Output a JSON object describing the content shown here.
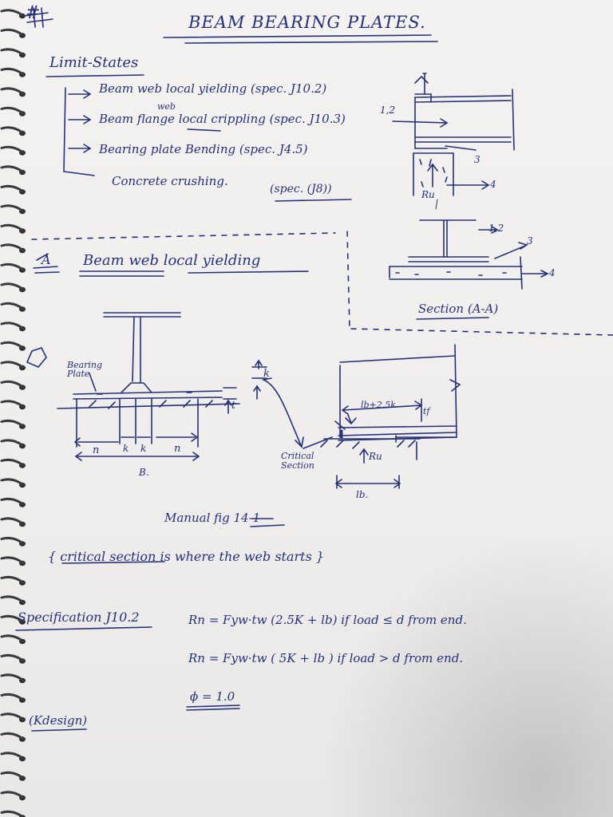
{
  "header": {
    "page_number": "#",
    "title": "BEAM   BEARING PLATES."
  },
  "limit_states": {
    "heading": "Limit-States",
    "items": [
      "Beam web local yielding (spec. J10.2)",
      "Beam flange local crippling (spec. J10.3)",
      "Bearing plate Bending (spec. J4.5)",
      "Concrete crushing."
    ],
    "web_annotation": "web",
    "item4_spec": "(spec. (J8))"
  },
  "section_sketch": {
    "labels": [
      "1,2",
      "3",
      "4",
      "Ru"
    ]
  },
  "section_aa": {
    "labels": [
      "1,2",
      "3",
      "4"
    ],
    "caption": "Section (A-A)"
  },
  "heading_a": {
    "marker": "A",
    "title": "Beam web local yielding"
  },
  "elevation": {
    "bearing_plate": "Bearing Plate",
    "t": "t",
    "k_side": "k",
    "n": "n",
    "k": "k",
    "b": "B."
  },
  "manual_fig": {
    "lb_plus": "lb+2.5k",
    "tf": "tf",
    "ru": "Ru",
    "critical_section": "Critical Section",
    "lb": "lb."
  },
  "notes": {
    "manual_fig": "Manual fig 14-1",
    "critical_section": "{ critical section is where the web starts }"
  },
  "specification": {
    "label": "Specification J10.2",
    "equations": [
      "Rn = Fyw·tw (2.5K + lb)  if load ≤ d from end.",
      "Rn = Fyw·tw ( 5K + lb )  if load > d from end."
    ],
    "phi": "ϕ = 1.0",
    "k_design": "(Kdesign)"
  }
}
